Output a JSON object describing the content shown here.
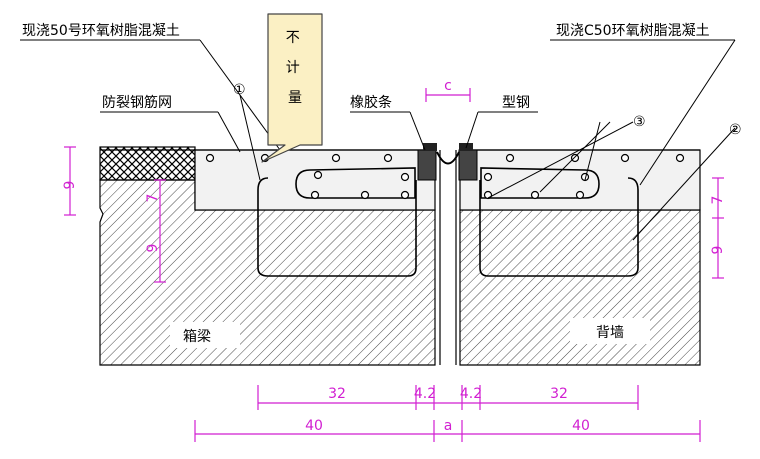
{
  "labels": {
    "left_concrete": "现浇50号环氧树脂混凝土",
    "right_concrete": "现浇C50环氧树脂混凝土",
    "mesh": "防裂钢筋网",
    "rubber": "橡胶条",
    "steel": "型钢",
    "box_girder": "箱梁",
    "back_wall": "背墙",
    "callout": "不\n计\n量"
  },
  "callouts": {
    "one": "①",
    "two": "②",
    "three": "③"
  },
  "dimensions": {
    "c": "c",
    "a": "a",
    "left_32": "32",
    "right_32": "32",
    "left_42": "4.2",
    "right_42": "4.2",
    "left_40": "40",
    "right_40": "40",
    "left_9_top": "9",
    "left_7": "7",
    "left_9_bottom": "9",
    "right_7": "7",
    "right_9": "9"
  },
  "colors": {
    "dimension": "#d11fd1",
    "callout_fill": "#fbf0c4",
    "line": "#000000"
  }
}
